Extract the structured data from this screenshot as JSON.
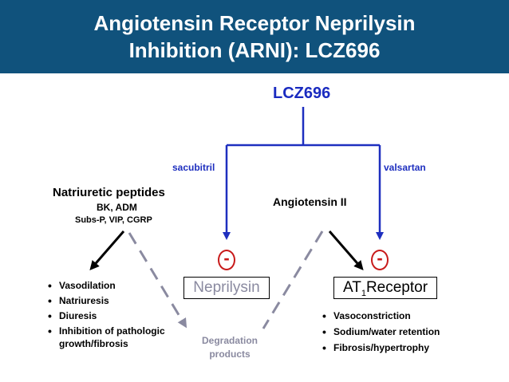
{
  "title": {
    "line1": "Angiotensin Receptor Neprilysin",
    "line2": "Inhibition (ARNI): LCZ696"
  },
  "drug": {
    "name": "LCZ696",
    "left_component": "sacubitril",
    "right_component": "valsartan"
  },
  "natriuretic": {
    "title": "Natriuretic peptides",
    "sub1": "BK, ADM",
    "sub2": "Subs-P, VIP, CGRP"
  },
  "angiotensin": {
    "label": "Angiotensin II"
  },
  "neprilysin": {
    "label": "Neprilysin"
  },
  "receptor": {
    "label_main": "AT",
    "label_sub": "1",
    "label_rest": "Receptor"
  },
  "inhibition_symbol": "-",
  "degradation": {
    "line1": "Degradation",
    "line2": "products"
  },
  "left_effects": [
    "Vasodilation",
    "Natriuresis",
    "Diuresis",
    "Inhibition of pathologic growth/fibrosis"
  ],
  "right_effects": [
    "Vasoconstriction",
    "Sodium/water retention",
    "Fibrosis/hypertrophy"
  ],
  "colors": {
    "header": "#10527c",
    "drug_blue": "#1e2fbf",
    "inhibit_red": "#c81a1a",
    "dash_gray": "#8a8aa0"
  }
}
